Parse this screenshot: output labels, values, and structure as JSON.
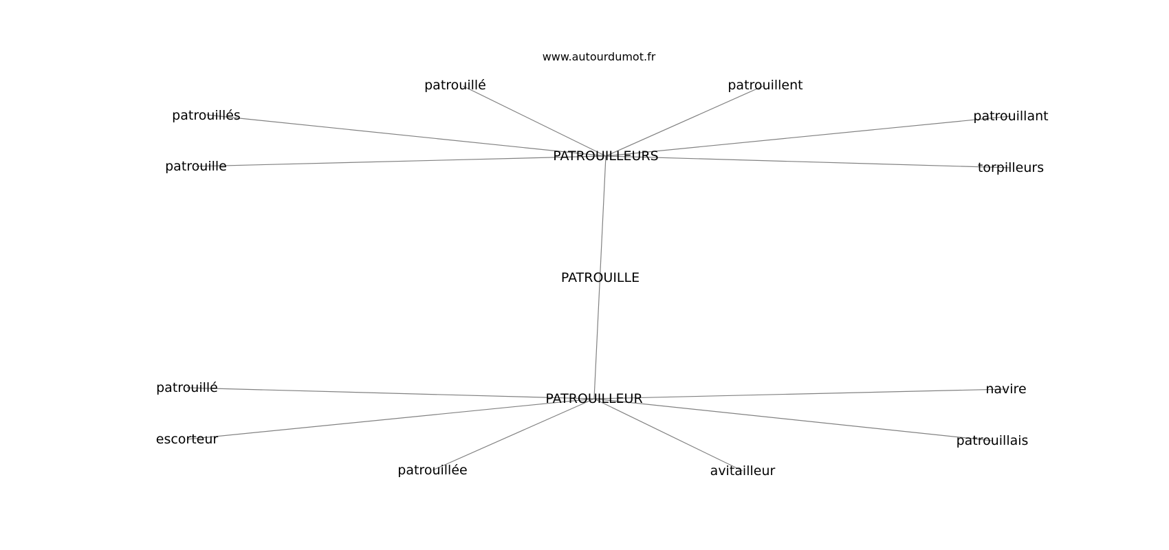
{
  "site": "www.autourdumot.fr",
  "center": "PATROUILLE",
  "hubs": {
    "top": "PATROUILLEURS",
    "bottom": "PATROUILLEUR"
  },
  "top_words": [
    "patrouillé",
    "patrouillent",
    "patrouillés",
    "patrouillant",
    "patrouille",
    "torpilleurs"
  ],
  "bottom_words": [
    "patrouillé",
    "navire",
    "escorteur",
    "patrouillais",
    "patrouillée",
    "avitailleur"
  ]
}
